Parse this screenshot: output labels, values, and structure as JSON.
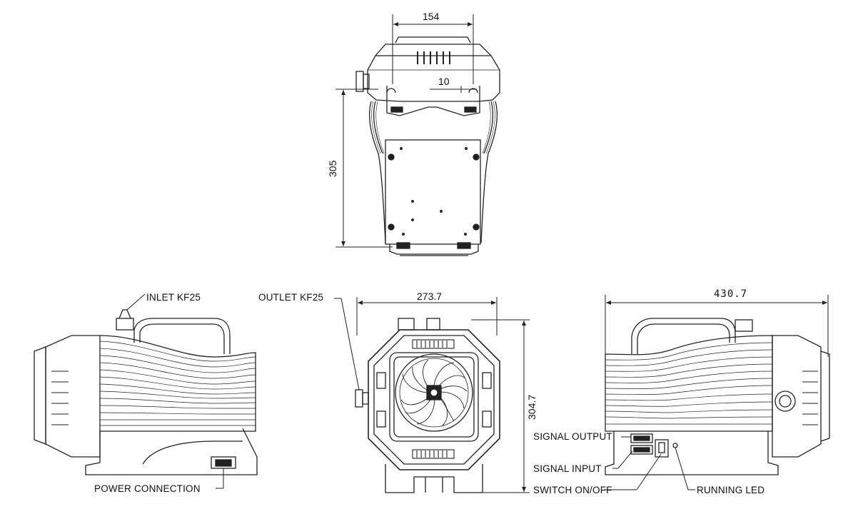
{
  "dimensions": {
    "top_width": "154",
    "top_slot": "10",
    "top_height": "305",
    "front_width": "273.7",
    "front_height": "304.7",
    "side_length": "430.7"
  },
  "labels": {
    "inlet": "INLET KF25",
    "outlet": "OUTLET KF25",
    "power": "POWER CONNECTION",
    "signal_output": "SIGNAL OUTPUT",
    "signal_input": "SIGNAL INPUT",
    "switch": "SWITCH ON/OFF",
    "running_led": "RUNNING LED"
  }
}
